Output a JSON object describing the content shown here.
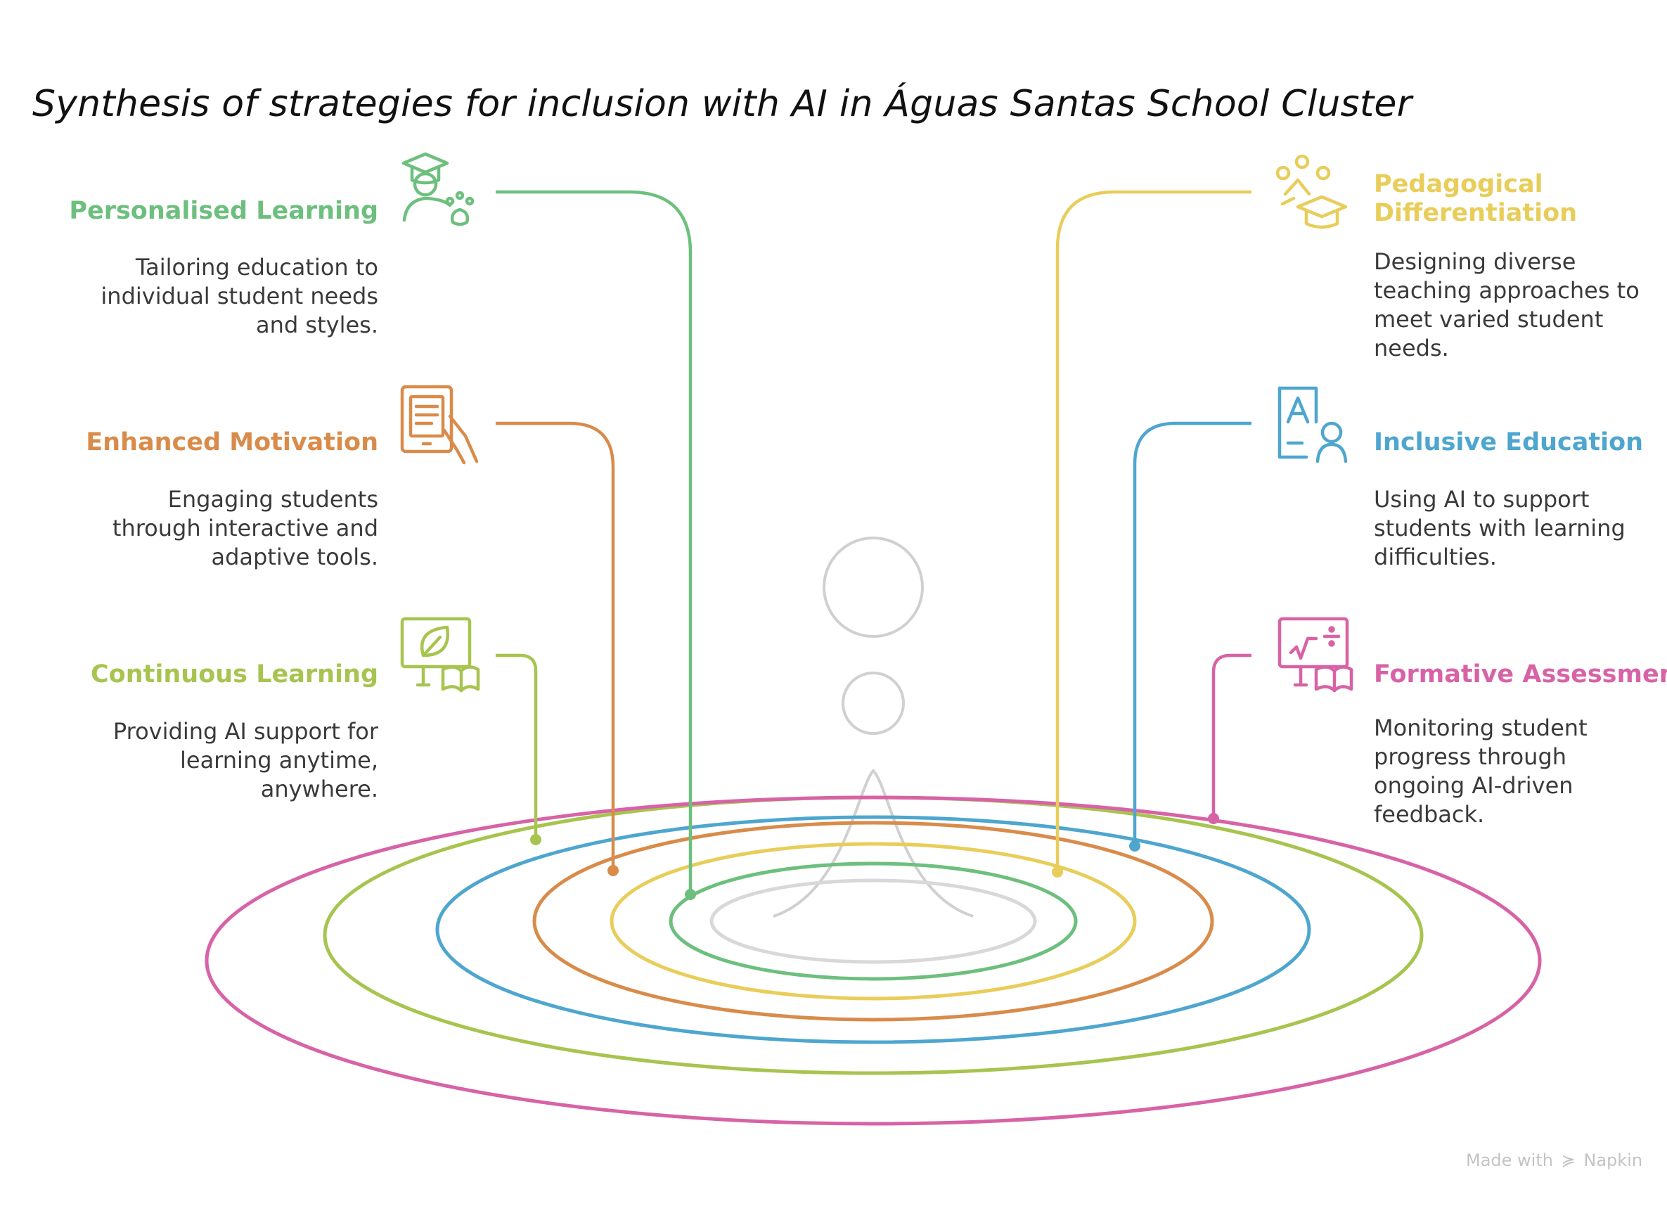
{
  "title": "Synthesis of strategies for inclusion with AI in Águas Santas School Cluster",
  "colors": {
    "green": "#6dbf7e",
    "orange": "#d98b4a",
    "lime": "#a7c44f",
    "yellow": "#e9cd5a",
    "blue": "#4ea6cf",
    "pink": "#d763a6",
    "grey": "#d0d0d0"
  },
  "strategies": [
    {
      "id": "personalised",
      "label": "Personalised Learning",
      "description": "Tailoring education to individual student needs and styles.",
      "color": "#6dbf7e",
      "icon": "student-cap-paw-icon"
    },
    {
      "id": "motivation",
      "label": "Enhanced Motivation",
      "description": "Engaging students through interactive and adaptive tools.",
      "color": "#d98b4a",
      "icon": "tablet-hand-icon"
    },
    {
      "id": "continuous",
      "label": "Continuous Learning",
      "description": "Providing AI support for learning anytime, anywhere.",
      "color": "#a7c44f",
      "icon": "leaf-board-book-icon"
    },
    {
      "id": "differentiation",
      "label": "Pedagogical Differentiation",
      "description": "Designing diverse teaching approaches to meet varied student needs.",
      "color": "#e9cd5a",
      "icon": "graduation-cap-nodes-icon"
    },
    {
      "id": "inclusive",
      "label": "Inclusive Education",
      "description": "Using AI to support students with learning difficulties.",
      "color": "#4ea6cf",
      "icon": "document-a-person-icon"
    },
    {
      "id": "formative",
      "label": "Formative Assessment",
      "description": "Monitoring student progress through ongoing AI-driven feedback.",
      "color": "#d763a6",
      "icon": "board-math-book-icon"
    }
  ],
  "watermark": {
    "prefix": "Made with",
    "brand": "Napkin"
  }
}
